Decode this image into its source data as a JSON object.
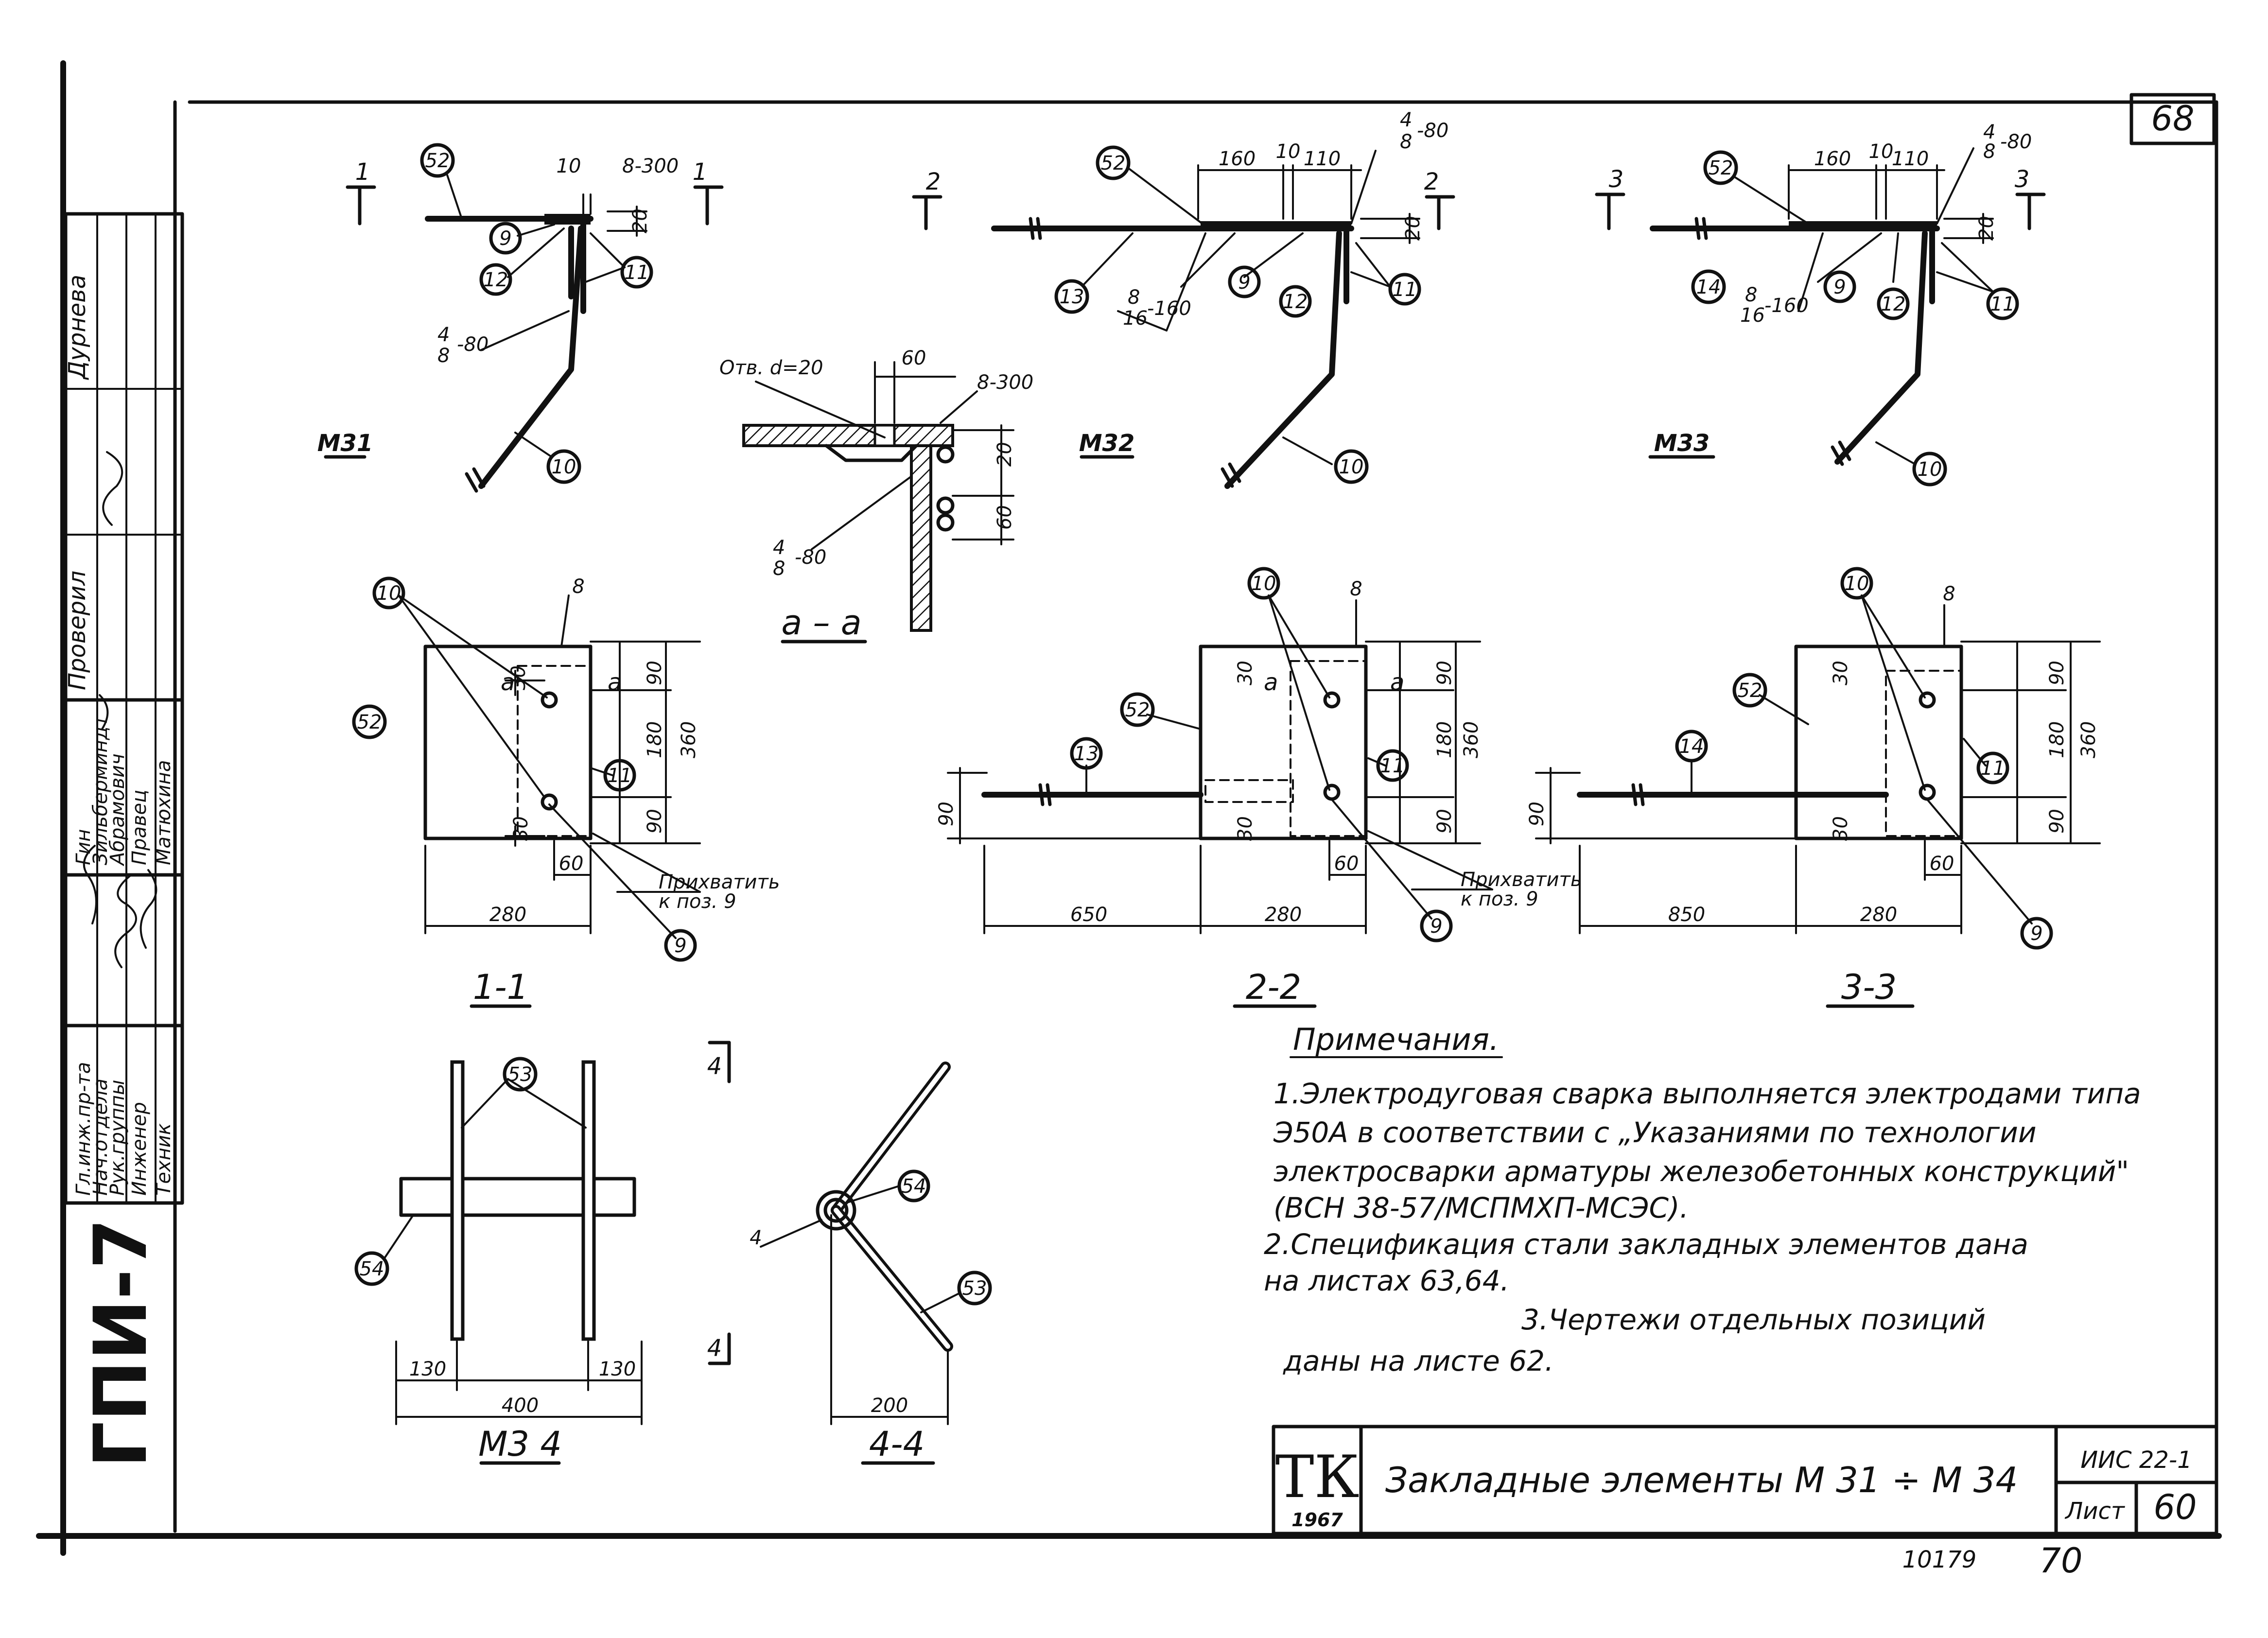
{
  "sheet": {
    "series_code": "ГПИ-7",
    "corner_number": "68",
    "album_code": "ИИС 22-1",
    "sheet_label": "Лист",
    "sheet_number": "60",
    "bottom_number": "10179",
    "bottom_page": "70",
    "title": "Закладные элементы  М 31 ÷ М 34",
    "logo_letters": "ТК",
    "logo_year": "1967"
  },
  "stamp": {
    "roles": [
      "Гл.инж.пр-та",
      "Нач.отдела",
      "Рук.группы",
      "Инженер",
      "Техник"
    ],
    "names": [
      "Гин",
      "Зильберминдт",
      "Абрамович",
      "Правец",
      "Матюхина"
    ],
    "top_names": [
      "Дурнева",
      "Проверил"
    ]
  },
  "views": {
    "m31": {
      "label": "М31",
      "cut": "1",
      "dims": [
        "10",
        "8-300",
        "20"
      ],
      "weld": [
        "4",
        "8",
        "-80"
      ],
      "pos": [
        "52",
        "9",
        "12",
        "11",
        "10"
      ]
    },
    "aa": {
      "label": "а – а",
      "hole": "Отв. d=20",
      "dims": [
        "60",
        "8-300",
        "20",
        "60"
      ],
      "weld": [
        "4",
        "8",
        "-80"
      ]
    },
    "m32": {
      "label": "М32",
      "cut": "2",
      "dims": [
        "160",
        "10",
        "110",
        "20"
      ],
      "weld_top": [
        "4",
        "8",
        "-80"
      ],
      "weld_bar": [
        "8",
        "16",
        "-160"
      ],
      "pos": [
        "52",
        "13",
        "9",
        "12",
        "11",
        "10"
      ]
    },
    "m33": {
      "label": "М33",
      "cut": "3",
      "dims": [
        "160",
        "10",
        "110",
        "20"
      ],
      "weld_top": [
        "4",
        "8",
        "-80"
      ],
      "weld_bar": [
        "8",
        "16",
        "-160"
      ],
      "pos": [
        "52",
        "14",
        "9",
        "12",
        "11",
        "10"
      ]
    },
    "s11": {
      "label": "1-1",
      "dims": [
        "30",
        "90",
        "180",
        "360",
        "90",
        "30",
        "60",
        "280"
      ],
      "cut": "а",
      "grab": [
        "Прихватить",
        "к поз. 9"
      ],
      "pos": [
        "10",
        "8",
        "52",
        "11",
        "9"
      ]
    },
    "s22": {
      "label": "2-2",
      "dims": [
        "30",
        "90",
        "180",
        "360",
        "90",
        "30",
        "60",
        "90",
        "650",
        "280"
      ],
      "cut": "а",
      "grab": [
        "Прихватить",
        "к поз. 9"
      ],
      "pos": [
        "10",
        "8",
        "52",
        "13",
        "11",
        "9"
      ]
    },
    "s33": {
      "label": "3-3",
      "dims": [
        "30",
        "90",
        "180",
        "360",
        "90",
        "30",
        "60",
        "90",
        "850",
        "280"
      ],
      "pos": [
        "10",
        "8",
        "52",
        "14",
        "11",
        "9"
      ]
    },
    "m34": {
      "label": "М3 4",
      "dims": [
        "130",
        "130",
        "400"
      ],
      "pos": [
        "53",
        "54"
      ]
    },
    "s44": {
      "label": "4-4",
      "cut": "4",
      "dims": [
        "4",
        "200"
      ],
      "pos": [
        "54",
        "53"
      ]
    }
  },
  "notes": {
    "heading": "Примечания.",
    "lines": [
      "1.Электродуговая сварка выполняется электродами типа",
      "Э50А в соответствии с „Указаниями по технологии",
      "электросварки арматуры железобетонных конструкций\"",
      "(ВСН 38-57/МСПМХП-МСЭС).",
      "2.Спецификация стали закладных элементов дана",
      "на листах 63,64.",
      "3.Чертежи отдельных позиций",
      "даны на листе 62."
    ]
  }
}
